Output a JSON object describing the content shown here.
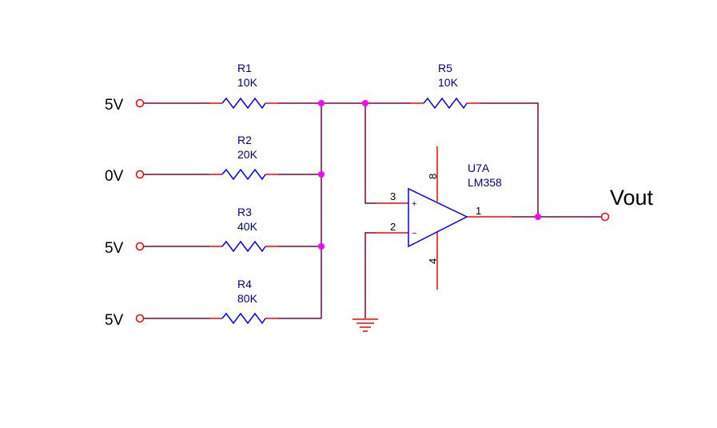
{
  "inputs": [
    {
      "label": "5V"
    },
    {
      "label": "0V"
    },
    {
      "label": "5V"
    },
    {
      "label": "5V"
    }
  ],
  "resistors": [
    {
      "ref": "R1",
      "value": "10K"
    },
    {
      "ref": "R2",
      "value": "20K"
    },
    {
      "ref": "R3",
      "value": "40K"
    },
    {
      "ref": "R4",
      "value": "80K"
    },
    {
      "ref": "R5",
      "value": "10K"
    }
  ],
  "opamp": {
    "ref": "U7A",
    "part": "LM358",
    "pins": {
      "noninv": "3",
      "inv": "2",
      "out": "1",
      "vplus": "8",
      "vminus": "4"
    },
    "plus_sign": "+",
    "minus_sign": "−"
  },
  "output": {
    "label": "Vout"
  },
  "colors": {
    "wire": "#800040",
    "pin": "#ff0000",
    "component": "#0000ff",
    "junction": "#ff00ff",
    "ground": "#ff0000",
    "terminal": "#ff0000"
  }
}
